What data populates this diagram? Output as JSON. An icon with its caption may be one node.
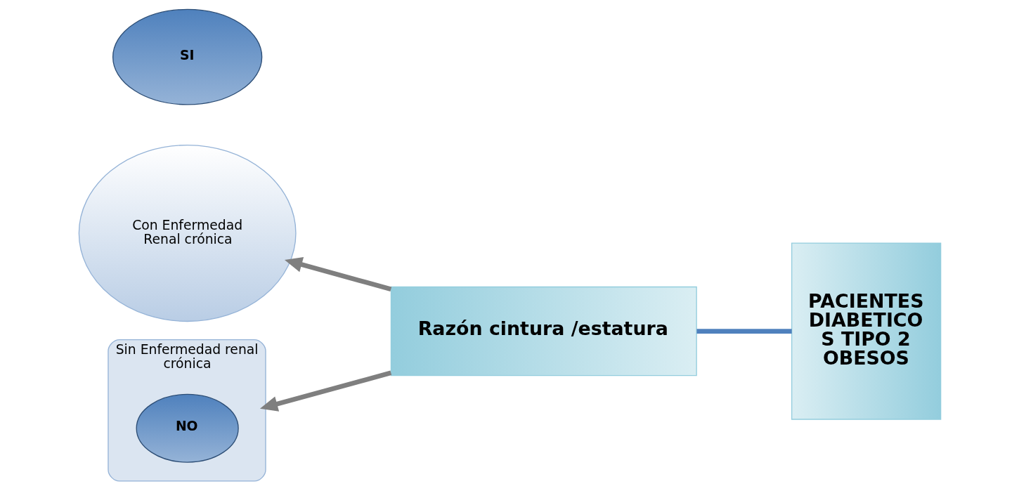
{
  "diagram": {
    "nodes": [
      {
        "text": [
          "Con Enfermedad Renal crónica"
        ]
      },
      {
        "text": [
          "SI"
        ]
      },
      {
        "text": [
          "Sin Enfermedad renal crónica"
        ]
      },
      {
        "text": [
          "NO"
        ],
        "in": 2
      },
      {
        "text": [
          "Razón cintura /estatura"
        ]
      },
      {
        "text": [
          "PACIENTES DIABETICO S TIPO 2 OBESOS"
        ]
      }
    ],
    "edges": [
      {
        "from": 5,
        "to": 4,
        "arrow": "none",
        "color": "#4f81bd"
      },
      {
        "from": 4,
        "to": 0,
        "arrow": "to"
      },
      {
        "from": 4,
        "to": 2,
        "arrow": "to"
      }
    ]
  }
}
